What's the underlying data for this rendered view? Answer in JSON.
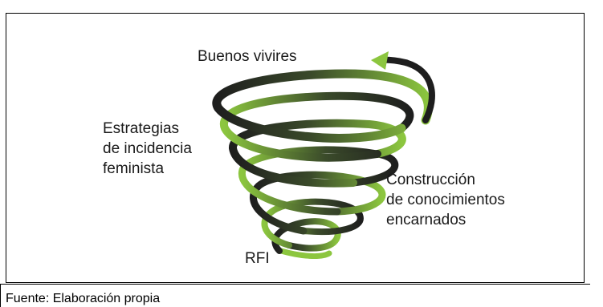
{
  "labels": {
    "top": "Buenos vivires",
    "left": [
      "Estrategias",
      "de incidencia",
      "feminista"
    ],
    "right": [
      "Construcción",
      "de conocimientos",
      "encarnados"
    ],
    "bottom": "RFI"
  },
  "caption": "Fuente: Elaboración propia",
  "colors": {
    "dark": "#1e1e1e",
    "green": "#8cc63f",
    "border": "#000000"
  },
  "icons": {
    "arrow": "arrowhead-icon"
  }
}
